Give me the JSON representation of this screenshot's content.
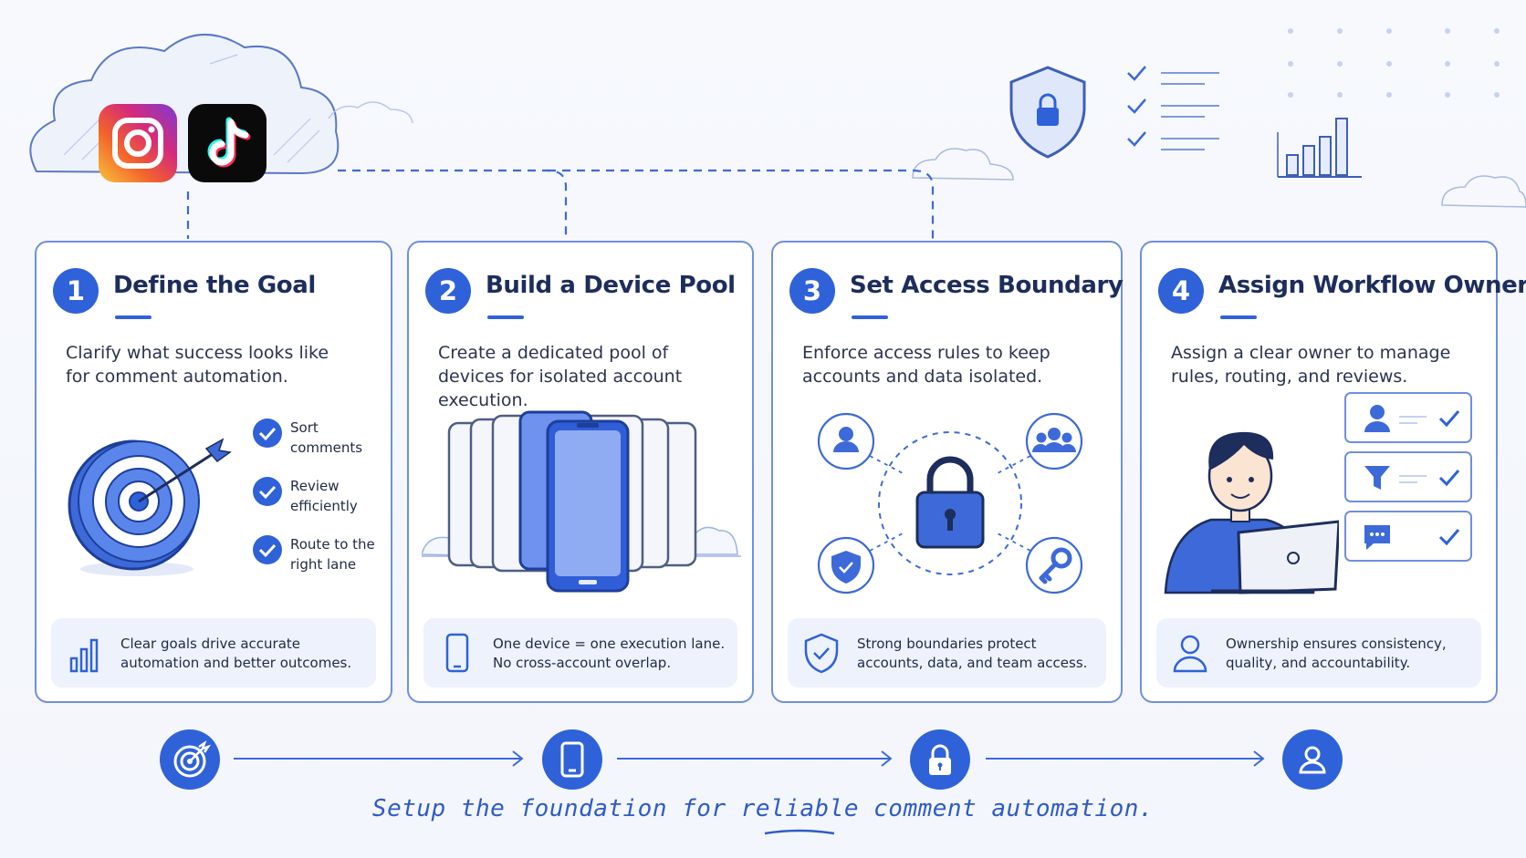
{
  "steps": [
    {
      "number": "1",
      "title": "Define the Goal",
      "description": "Clarify what success looks like for comment automation.",
      "checklist": [
        "Sort comments",
        "Review efficiently",
        "Route to the right lane"
      ],
      "footer": "Clear goals drive accurate automation and better outcomes.",
      "footer_icon": "bar-chart-icon"
    },
    {
      "number": "2",
      "title": "Build a Device Pool",
      "description": "Create a dedicated pool of devices for isolated account execution.",
      "footer": "One device = one execution lane. No cross-account overlap.",
      "footer_icon": "phone-icon"
    },
    {
      "number": "3",
      "title": "Set Access Boundary",
      "description": "Enforce access rules to keep accounts and data isolated.",
      "footer": "Strong boundaries protect accounts, data, and team access.",
      "footer_icon": "shield-check-icon"
    },
    {
      "number": "4",
      "title": "Assign Workflow Owner",
      "description": "Assign a clear owner to manage rules, routing, and reviews.",
      "footer": "Ownership ensures consistency, quality, and accountability.",
      "footer_icon": "user-icon"
    }
  ],
  "flow_icons": [
    "target-icon",
    "phone-icon",
    "lock-icon",
    "user-icon"
  ],
  "tagline": "Setup the foundation for reliable comment automation.",
  "platform_icons": [
    "instagram-icon",
    "tiktok-icon"
  ],
  "colors": {
    "accent": "#2f62d8",
    "border": "#6f8fe0",
    "footer_bg": "#edf2fd",
    "title": "#1d2d5c"
  }
}
